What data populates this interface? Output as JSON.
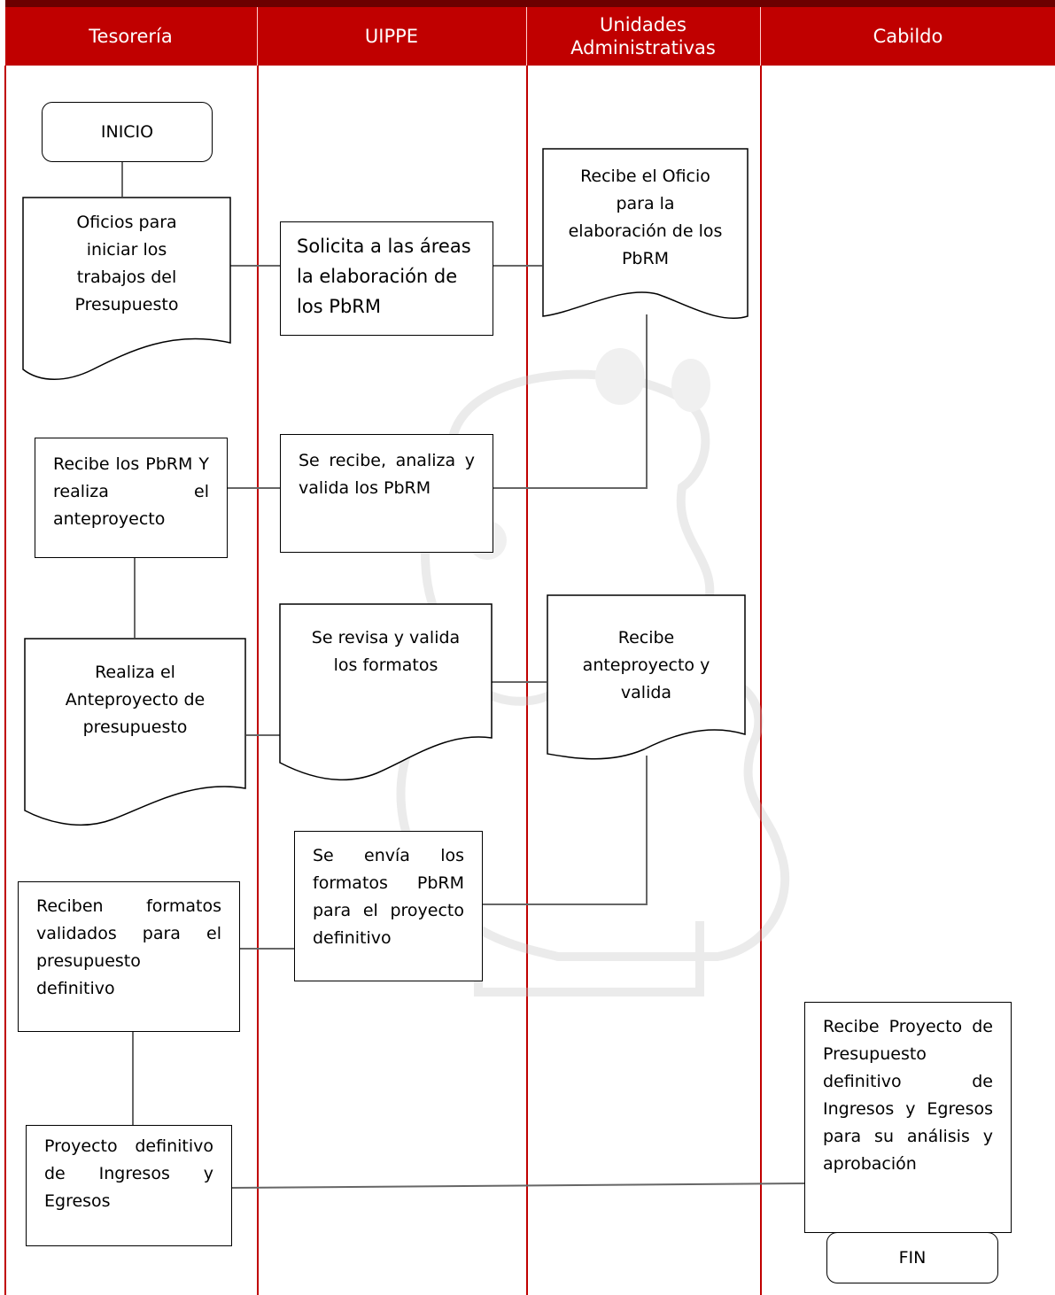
{
  "lanes": [
    "Tesorería",
    "UIPPE",
    "Unidades\nAdministrativas",
    "Cabildo"
  ],
  "nodes": {
    "inicio": "INICIO",
    "oficios": "Oficios para iniciar los trabajos del Presupuesto",
    "solicita": "Solicita a las áreas la elaboración de los PbRM",
    "recibe_oficio": "Recibe el Oficio para la elaboración de los PbRM",
    "recibe_pbrm": "Recibe los PbRM Y realiza el anteproyecto",
    "se_recibe": "Se recibe, analiza y valida los PbRM",
    "realiza_ante": "Realiza el Anteproyecto de presupuesto",
    "se_revisa": "Se revisa y valida los formatos",
    "recibe_ante": "Recibe anteproyecto y valida",
    "se_envia": "Se envía los formatos PbRM para el proyecto definitivo",
    "reciben_formatos": "Reciben formatos validados para el presupuesto definitivo",
    "proyecto_def": "Proyecto definitivo de Ingresos y Egresos",
    "recibe_proyecto": "Recibe Proyecto de Presupuesto definitivo de Ingresos y Egresos para su análisis y aprobación",
    "fin": "FIN"
  },
  "colors": {
    "header_bg": "#c00000",
    "lane_line": "#c00000",
    "connector": "#666666"
  }
}
